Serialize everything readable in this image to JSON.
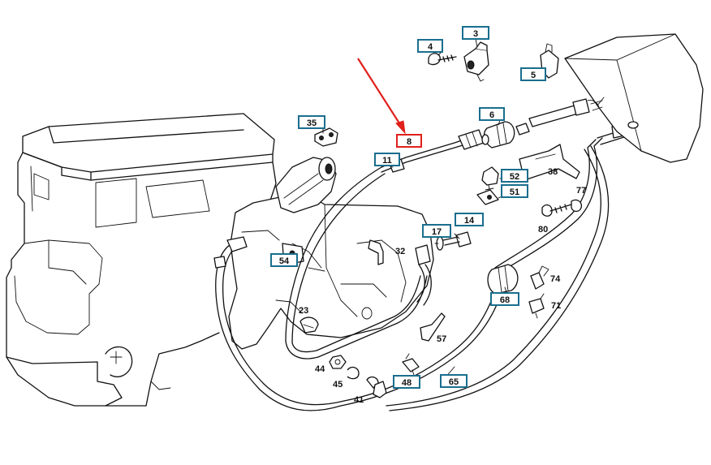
{
  "diagram": {
    "accent_box_color": "#1a6e8e",
    "highlight_color": "#e0201b",
    "boxed_labels": [
      {
        "id": "4",
        "text": "4"
      },
      {
        "id": "3",
        "text": "3"
      },
      {
        "id": "5",
        "text": "5"
      },
      {
        "id": "6",
        "text": "6"
      },
      {
        "id": "35",
        "text": "35"
      },
      {
        "id": "8",
        "text": "8",
        "highlighted": true
      },
      {
        "id": "11",
        "text": "11"
      },
      {
        "id": "52",
        "text": "52"
      },
      {
        "id": "51",
        "text": "51"
      },
      {
        "id": "14",
        "text": "14"
      },
      {
        "id": "17",
        "text": "17"
      },
      {
        "id": "54",
        "text": "54"
      },
      {
        "id": "68",
        "text": "68"
      },
      {
        "id": "48",
        "text": "48"
      },
      {
        "id": "65",
        "text": "65"
      }
    ],
    "plain_labels": [
      {
        "id": "38",
        "text": "38"
      },
      {
        "id": "77",
        "text": "77"
      },
      {
        "id": "80",
        "text": "80"
      },
      {
        "id": "32",
        "text": "32"
      },
      {
        "id": "74",
        "text": "74"
      },
      {
        "id": "71",
        "text": "71"
      },
      {
        "id": "23",
        "text": "23"
      },
      {
        "id": "57",
        "text": "57"
      },
      {
        "id": "44",
        "text": "44"
      },
      {
        "id": "45",
        "text": "45"
      },
      {
        "id": "41",
        "text": "41"
      }
    ],
    "pointer": {
      "target": "8",
      "color": "#e0201b"
    }
  }
}
